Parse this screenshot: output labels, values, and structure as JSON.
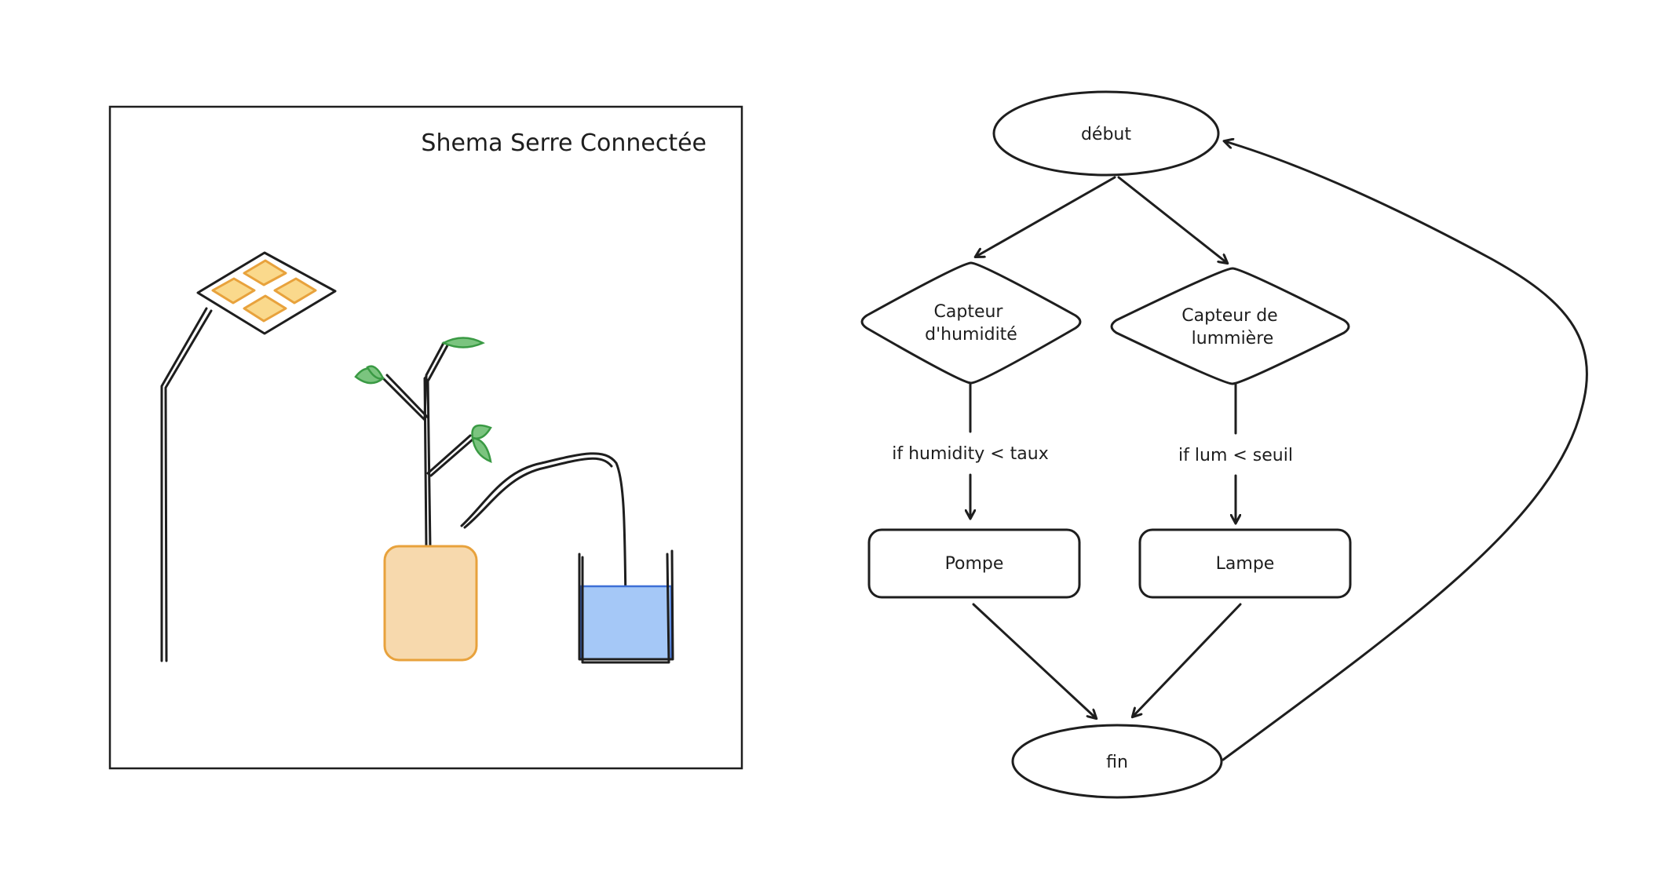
{
  "scene": {
    "title": "Shema Serre Connectée",
    "colors": {
      "ink": "#1e1e1e",
      "lamp_fill": "#fad98c",
      "lamp_stroke": "#e8a23c",
      "pot_fill": "#f7d9ad",
      "pot_stroke": "#e8a23c",
      "water_fill": "#a5c8f7",
      "water_stroke": "#3d6fd6",
      "leaf_fill": "#7bc47f",
      "leaf_stroke": "#3a9a44"
    }
  },
  "flowchart": {
    "nodes": {
      "start": "début",
      "humidity_sensor": [
        "Capteur",
        "d'humidité"
      ],
      "light_sensor": [
        "Capteur de",
        "lummière"
      ],
      "pump": "Pompe",
      "lamp": "Lampe",
      "end": "fin"
    },
    "edges": {
      "humidity_condition": "if humidity < taux",
      "light_condition": "if lum < seuil"
    }
  }
}
